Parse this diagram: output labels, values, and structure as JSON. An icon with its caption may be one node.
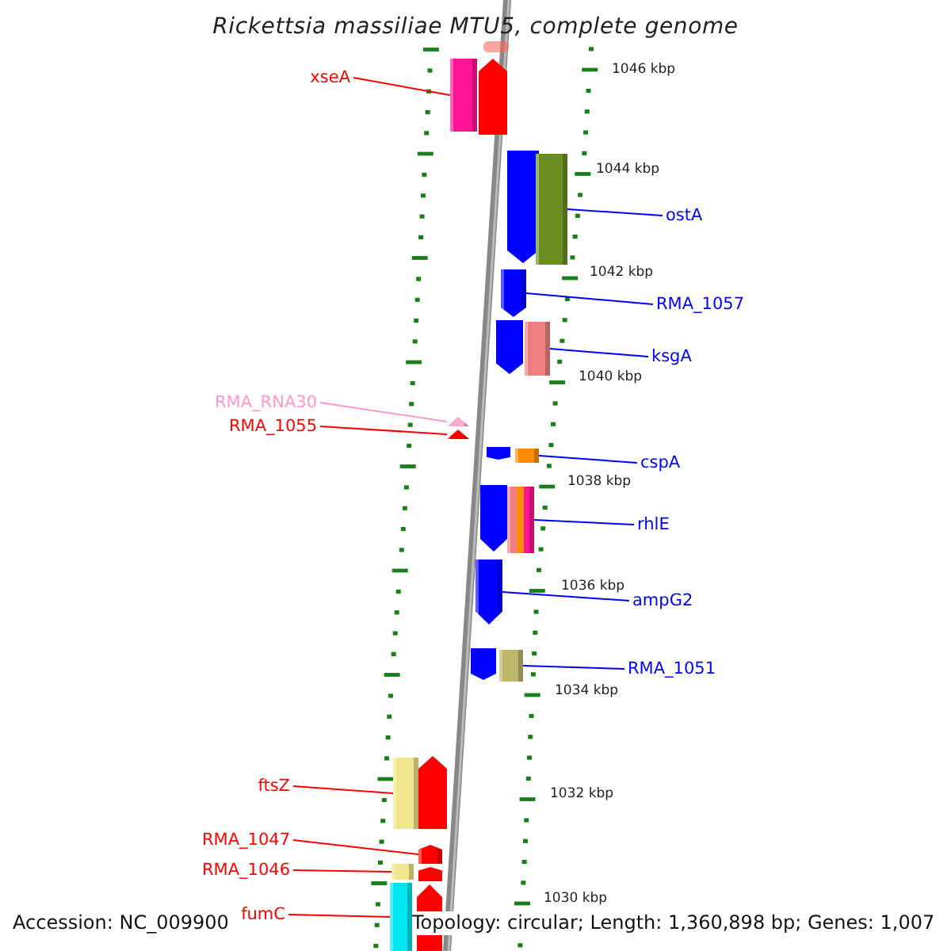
{
  "diagram": {
    "title": "Rickettsia massiliae MTU5, complete genome",
    "nodes": [
      {
        "text": [
          "xseA"
        ]
      },
      {
        "text": [],
        "shape": "bar"
      },
      {
        "text": [
          "ostA"
        ]
      },
      {
        "text": [],
        "shape": "bar"
      },
      {
        "text": [
          "RMA_1057"
        ]
      },
      {
        "text": [],
        "shape": "pentagon"
      },
      {
        "text": [
          "ksgA"
        ]
      },
      {
        "text": [],
        "shape": "bar"
      },
      {
        "text": [
          "RMA_RNA30"
        ]
      },
      {
        "text": [],
        "shape": "triangle"
      },
      {
        "text": [
          "RMA_1055"
        ]
      },
      {
        "text": [],
        "shape": "triangle"
      },
      {
        "text": [
          "cspA"
        ]
      },
      {
        "text": [],
        "shape": "bar"
      },
      {
        "text": [
          "rhlE"
        ]
      },
      {
        "text": [],
        "shape": "bar"
      },
      {
        "text": [
          "ampG2"
        ]
      },
      {
        "text": [],
        "shape": "pentagon"
      },
      {
        "text": [
          "RMA_1051"
        ]
      },
      {
        "text": [],
        "shape": "bar"
      },
      {
        "text": [
          "ftsZ"
        ]
      },
      {
        "text": [],
        "shape": "bar"
      },
      {
        "text": [
          "RMA_1047"
        ]
      },
      {
        "text": [],
        "shape": "pentagon"
      },
      {
        "text": [
          "RMA_1046"
        ]
      },
      {
        "text": [],
        "shape": "bar"
      },
      {
        "text": [
          "fumC"
        ]
      },
      {
        "text": [],
        "shape": "bar"
      }
    ],
    "edges": [
      {
        "from": 0,
        "to": 1,
        "arrow": "none",
        "color": "#ff0000"
      },
      {
        "from": 2,
        "to": 3,
        "arrow": "none"
      },
      {
        "from": 4,
        "to": 5,
        "arrow": "none"
      },
      {
        "from": 6,
        "to": 7,
        "arrow": "none"
      },
      {
        "from": 8,
        "to": 9,
        "arrow": "none",
        "color": "#ff99cc"
      },
      {
        "from": 10,
        "to": 11,
        "arrow": "none",
        "color": "#ff0000"
      },
      {
        "from": 12,
        "to": 13,
        "arrow": "none"
      },
      {
        "from": 14,
        "to": 15,
        "arrow": "none"
      },
      {
        "from": 16,
        "to": 17,
        "arrow": "none"
      },
      {
        "from": 18,
        "to": 19,
        "arrow": "none"
      },
      {
        "from": 20,
        "to": 21,
        "arrow": "none",
        "color": "#ff0000"
      },
      {
        "from": 22,
        "to": 23,
        "arrow": "none",
        "color": "#ff0000"
      },
      {
        "from": 24,
        "to": 25,
        "arrow": "none",
        "color": "#ff0000"
      },
      {
        "from": 26,
        "to": 27,
        "arrow": "none",
        "color": "#ff0000"
      }
    ],
    "labels": [
      "1046 kbp",
      "1044 kbp",
      "1042 kbp",
      "1040 kbp",
      "1038 kbp",
      "1036 kbp",
      "1034 kbp",
      "1032 kbp",
      "1030 kbp",
      "Accession: NC_009900",
      "Topology: circular; Length: 1,360,898 bp; Genes: 1,007"
    ]
  }
}
